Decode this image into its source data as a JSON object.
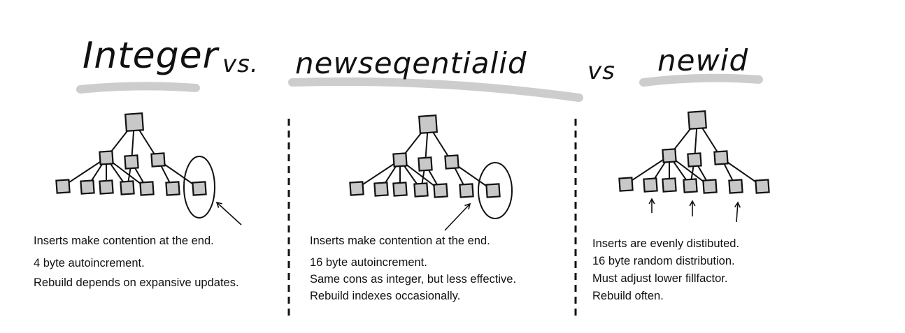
{
  "title": {
    "integer": "Integer",
    "vs1": "vs.",
    "newsequentialid": "newseqentialid",
    "vs2": "vs",
    "newid": "newid"
  },
  "columns": [
    {
      "lines": [
        "Inserts make contention at the end.",
        "4 byte autoincrement.",
        "Rebuild depends on expansive updates."
      ]
    },
    {
      "lines": [
        "Inserts make contention at the end.",
        "16 byte autoincrement.",
        "Same cons as integer, but less effective.",
        "Rebuild indexes occasionally."
      ]
    },
    {
      "lines": [
        "Inserts are evenly distibuted.",
        "16 byte random distribution.",
        "Must adjust lower fillfactor.",
        "Rebuild often."
      ]
    }
  ],
  "colors": {
    "node_fill": "#c8c8c8",
    "stroke": "#111111",
    "underline": "#c4c4c4"
  }
}
